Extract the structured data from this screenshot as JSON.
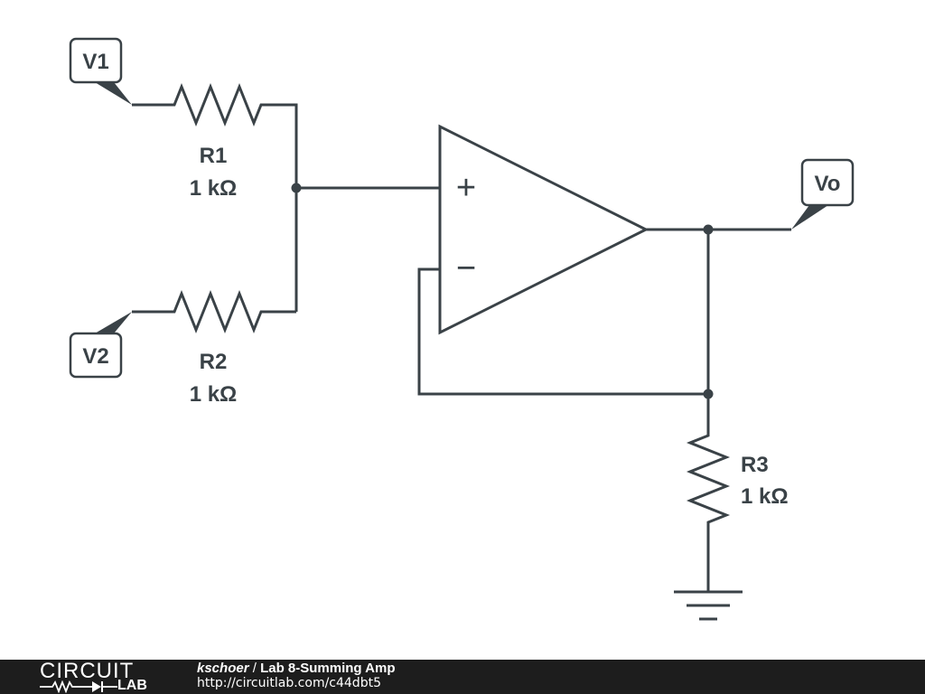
{
  "nodes": {
    "v1": "V1",
    "v2": "V2",
    "vo": "Vo"
  },
  "components": {
    "r1": {
      "name": "R1",
      "value": "1 kΩ"
    },
    "r2": {
      "name": "R2",
      "value": "1 kΩ"
    },
    "r3": {
      "name": "R3",
      "value": "1 kΩ"
    }
  },
  "opamp": {
    "plus": "+",
    "minus": "−"
  },
  "footer": {
    "logo_top": "CIRCUIT",
    "logo_bottom": "LAB",
    "author": "kschoer",
    "separator": " / ",
    "title": "Lab 8-Summing Amp",
    "url": "http://circuitlab.com/c44dbt5"
  },
  "colors": {
    "wire": "#3a4247",
    "footer_bg": "#1d1d1d"
  }
}
